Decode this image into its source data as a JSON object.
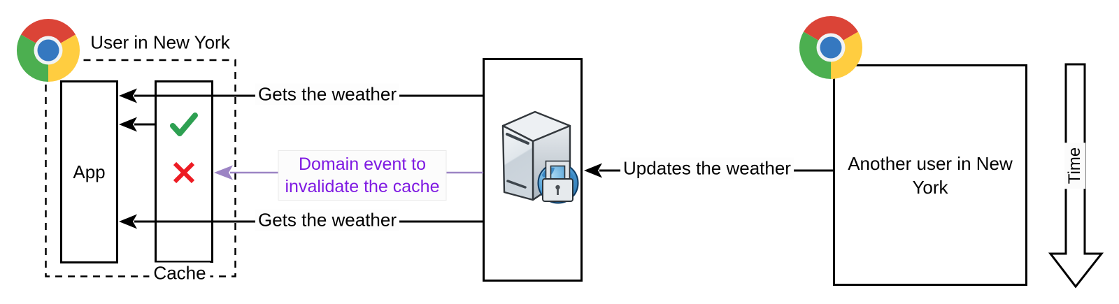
{
  "diagram": {
    "left_user": {
      "label": "User in New York"
    },
    "app": {
      "label": "App"
    },
    "cache": {
      "label": "Cache"
    },
    "messages": {
      "gets_weather_top": "Gets the weather",
      "gets_weather_bottom": "Gets the weather",
      "updates_weather": "Updates the weather",
      "domain_event": {
        "line1": "Domain event to",
        "line2": "invalidate the cache"
      }
    },
    "right_user": {
      "line1": "Another user in New",
      "line2": "York"
    },
    "time": {
      "label": "Time"
    }
  },
  "colors": {
    "chrome-red": "#DB4437",
    "chrome-green": "#4CAF50",
    "chrome-yellow": "#FFCD40",
    "chrome-ring": "#F1F3F4",
    "chrome-blue": "#3578C0",
    "check-green": "#2EA052",
    "cross-red": "#ED1C24",
    "event-purple-text": "#7F1AE2",
    "event-purple-line": "#9C84C4",
    "diagram-line": "#000000",
    "label-bg": "#FCFCFC",
    "globe-blue": "#2F7FBE"
  }
}
